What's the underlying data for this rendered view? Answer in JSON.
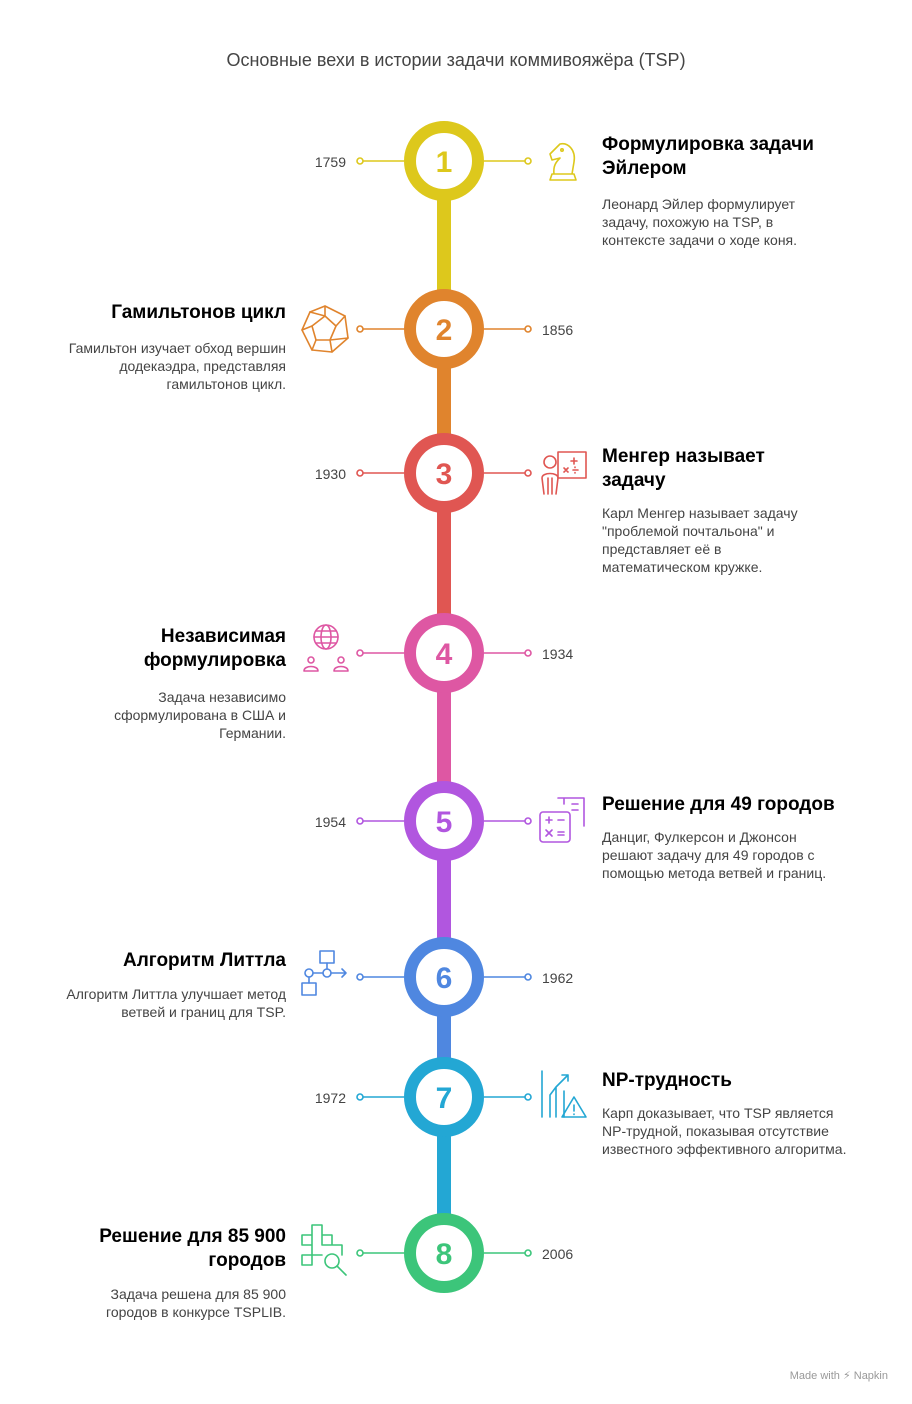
{
  "title": "Основные вехи в истории задачи коммивояжёра (TSP)",
  "footer": {
    "made_with": "Made with",
    "brand": "Napkin"
  },
  "milestones": [
    {
      "number": "1",
      "year": "1759",
      "heading": "Формулировка задачи Эйлером",
      "description": "Леонард Эйлер формулирует задачу, похожую на TSP, в контексте задачи о ходе коня.",
      "color": "#DDC81C",
      "icon": "chess-knight-icon"
    },
    {
      "number": "2",
      "year": "1856",
      "heading": "Гамильтонов цикл",
      "description": "Гамильтон изучает обход вершин додекаэдра, представляя гамильтонов цикл.",
      "color": "#E0842D",
      "icon": "polyhedron-icon"
    },
    {
      "number": "3",
      "year": "1930",
      "heading": "Менгер называет задачу",
      "description": "Карл Менгер называет задачу \"проблемой почтальона\" и представляет её в математическом кружке.",
      "color": "#E05652",
      "icon": "teacher-math-icon"
    },
    {
      "number": "4",
      "year": "1934",
      "heading": "Независимая формулировка",
      "description": "Задача независимо сформулирована в США и Германии.",
      "color": "#DE57A3",
      "icon": "globe-people-icon"
    },
    {
      "number": "5",
      "year": "1954",
      "heading": "Решение для 49 городов",
      "description": "Данциг, Фулкерсон и Джонсон решают задачу для 49 городов с помощью метода ветвей и границ.",
      "color": "#B156DF",
      "icon": "calculator-icon"
    },
    {
      "number": "6",
      "year": "1962",
      "heading": "Алгоритм Литтла",
      "description": "Алгоритм Литтла улучшает метод ветвей и границ для TSP.",
      "color": "#4F87E0",
      "icon": "flowchart-icon"
    },
    {
      "number": "7",
      "year": "1972",
      "heading": "NP-трудность",
      "description": "Карп доказывает, что TSP является NP-трудной, показывая отсутствие известного эффективного алгоритма.",
      "color": "#23A7D4",
      "icon": "warning-chart-icon"
    },
    {
      "number": "8",
      "year": "2006",
      "heading": "Решение для 85 900 городов",
      "description": "Задача решена для 85 900 городов в конкурсе TSPLIB.",
      "color": "#3CC57A",
      "icon": "grid-search-icon"
    }
  ]
}
